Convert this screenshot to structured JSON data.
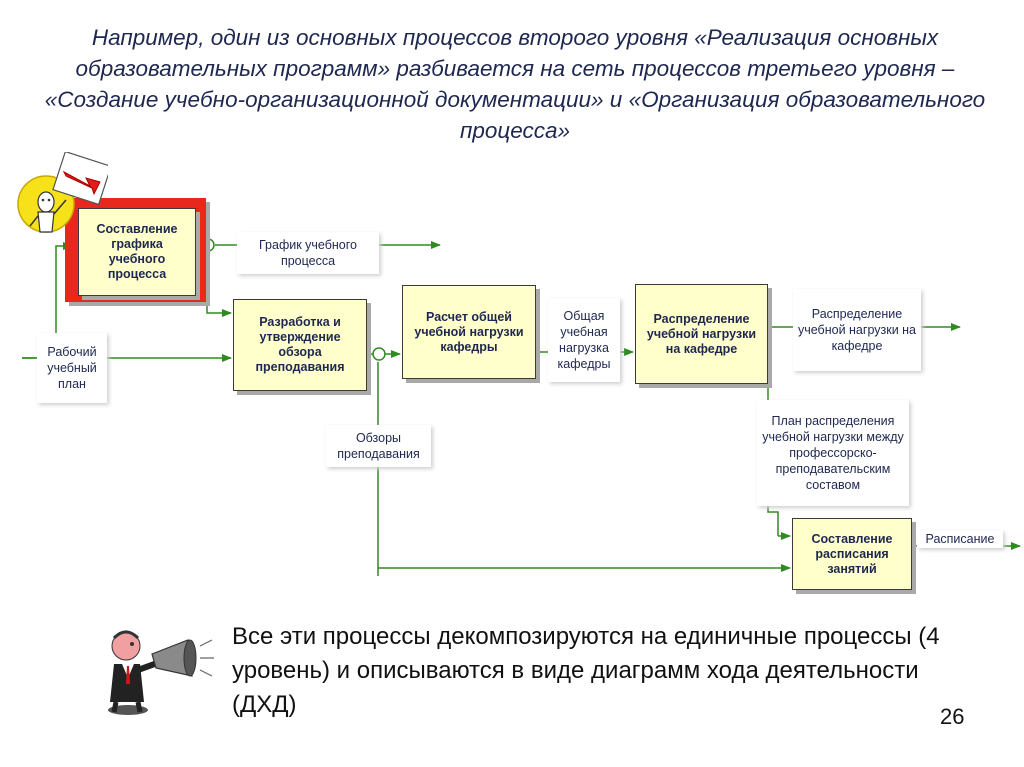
{
  "intro_text": "Например, один из основных процессов второго уровня «Реализация основных образовательных программ» разбивается на сеть процессов третьего уровня – «Создание учебно-организационной документации» и «Организация образовательного процесса»",
  "processes": [
    {
      "id": "p1",
      "label": "Составление графика учебного процесса",
      "highlight": true
    },
    {
      "id": "p2",
      "label": "Разработка и утверждение обзора преподавания"
    },
    {
      "id": "p3",
      "label": "Расчет общей учебной нагрузки кафедры"
    },
    {
      "id": "p4",
      "label": "Распределение учебной нагрузки на кафедре"
    },
    {
      "id": "p5",
      "label": "Составление расписания занятий"
    }
  ],
  "flows": [
    {
      "id": "f_input",
      "label": "Рабочий учебный план"
    },
    {
      "id": "f_graph",
      "label": "График учебного процесса"
    },
    {
      "id": "f_overview",
      "label": "Обзоры преподавания"
    },
    {
      "id": "f_total",
      "label": "Общая учебная нагрузка кафедры"
    },
    {
      "id": "f_distr",
      "label": "Распределение учебной нагрузки на кафедре"
    },
    {
      "id": "f_plan",
      "label": "План распределения учебной нагрузки между профессорско-преподавательским составом"
    },
    {
      "id": "f_sched",
      "label": "Расписание"
    }
  ],
  "bottom_text": "Все эти процессы декомпозируются на единичные процессы (4 уровень) и описываются в виде диаграмм хода деятельности (ДХД)",
  "page_number": "26",
  "colors": {
    "line": "#2e8b1e",
    "box_fill": "#ffffcc",
    "highlight": "#e8281c",
    "text": "#1e2750"
  }
}
